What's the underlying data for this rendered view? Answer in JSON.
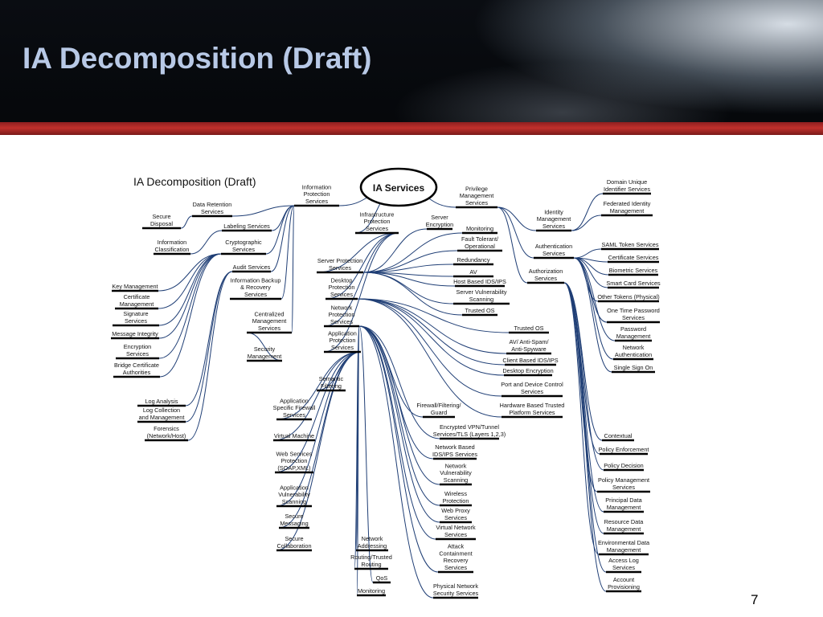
{
  "slide": {
    "title": "IA Decomposition (Draft)",
    "page_number": "7"
  },
  "diagram": {
    "caption": "IA Decomposition (Draft)",
    "root": "IA Services",
    "nodes": [
      {
        "id": "ips",
        "lines": [
          "Information",
          "Protection",
          "Services"
        ],
        "parent": "root"
      },
      {
        "id": "drs",
        "lines": [
          "Data Retention",
          "Services"
        ],
        "parent": "ips"
      },
      {
        "id": "sd",
        "lines": [
          "Secure",
          "Disposal"
        ],
        "parent": "drs"
      },
      {
        "id": "lab",
        "lines": [
          "Labeling Services"
        ],
        "parent": "ips"
      },
      {
        "id": "icl",
        "lines": [
          "Information",
          "Classification"
        ],
        "parent": "lab"
      },
      {
        "id": "cry",
        "lines": [
          "Cryptographic",
          "Services"
        ],
        "parent": "ips"
      },
      {
        "id": "km",
        "lines": [
          "Key Management"
        ],
        "parent": "cry"
      },
      {
        "id": "cm",
        "lines": [
          "Certificate",
          "Management"
        ],
        "parent": "cry"
      },
      {
        "id": "sig",
        "lines": [
          "Signature",
          "Services"
        ],
        "parent": "cry"
      },
      {
        "id": "mi",
        "lines": [
          "Message Integrity"
        ],
        "parent": "cry"
      },
      {
        "id": "enc",
        "lines": [
          "Encryption",
          "Services"
        ],
        "parent": "cry"
      },
      {
        "id": "bca",
        "lines": [
          "Bridge Certificate",
          "Authorities"
        ],
        "parent": "cry"
      },
      {
        "id": "aud",
        "lines": [
          "Audit Services"
        ],
        "parent": "ips"
      },
      {
        "id": "ibr",
        "lines": [
          "Information Backup",
          "& Recovery",
          "Services"
        ],
        "parent": "ips"
      },
      {
        "id": "csm",
        "lines": [
          "Centralized",
          "Management",
          "Services"
        ],
        "parent": "ips"
      },
      {
        "id": "secm",
        "lines": [
          "Security",
          "Management"
        ],
        "parent": "csm"
      },
      {
        "id": "la",
        "lines": [
          "Log Analysis"
        ],
        "parent": "aud"
      },
      {
        "id": "lc",
        "lines": [
          "Log Collection",
          "and Management"
        ],
        "parent": "aud"
      },
      {
        "id": "for",
        "lines": [
          "Forensics",
          "(Network/Host)"
        ],
        "parent": "aud"
      },
      {
        "id": "ifp",
        "lines": [
          "Infrastructure",
          "Protection",
          "Services"
        ],
        "parent": "root"
      },
      {
        "id": "spv",
        "lines": [
          "Server Protection",
          "Services"
        ],
        "parent": "ifp"
      },
      {
        "id": "dpv",
        "lines": [
          "Desktop",
          "Protection",
          "Services"
        ],
        "parent": "ifp"
      },
      {
        "id": "npv",
        "lines": [
          "Network",
          "Protection",
          "Services"
        ],
        "parent": "ifp"
      },
      {
        "id": "apv",
        "lines": [
          "Application",
          "Protection",
          "Services"
        ],
        "parent": "ifp"
      },
      {
        "id": "senc",
        "lines": [
          "Server",
          "Encryption"
        ],
        "parent": "spv"
      },
      {
        "id": "mon1",
        "lines": [
          "Monitoring"
        ],
        "parent": "spv"
      },
      {
        "id": "ft",
        "lines": [
          "Fault Tolerant/",
          "Operational"
        ],
        "parent": "spv"
      },
      {
        "id": "red",
        "lines": [
          "Redundancy"
        ],
        "parent": "spv"
      },
      {
        "id": "av",
        "lines": [
          "AV"
        ],
        "parent": "spv"
      },
      {
        "id": "hips",
        "lines": [
          "Host Based IDS/IPS"
        ],
        "parent": "spv"
      },
      {
        "id": "svs",
        "lines": [
          "Server Vulnerability",
          "Scanning"
        ],
        "parent": "spv"
      },
      {
        "id": "tos",
        "lines": [
          "Trusted OS"
        ],
        "parent": "spv"
      },
      {
        "id": "tos2",
        "lines": [
          "Trusted OS"
        ],
        "parent": "dpv"
      },
      {
        "id": "avs",
        "lines": [
          "AV/ Anti-Spam/",
          "Anti-Spyware"
        ],
        "parent": "dpv"
      },
      {
        "id": "cids",
        "lines": [
          "Client Based IDS/IPS"
        ],
        "parent": "dpv"
      },
      {
        "id": "de",
        "lines": [
          "Desktop Encryption"
        ],
        "parent": "dpv"
      },
      {
        "id": "pdc",
        "lines": [
          "Port and Device Control",
          "Services"
        ],
        "parent": "dpv"
      },
      {
        "id": "hbt",
        "lines": [
          "Hardware Based Trusted",
          "Platform Services"
        ],
        "parent": "dpv"
      },
      {
        "id": "sf",
        "lines": [
          "Semantic",
          "Filtering"
        ],
        "parent": "apv"
      },
      {
        "id": "asf",
        "lines": [
          "Application",
          "Specific Firewall",
          "Services"
        ],
        "parent": "apv"
      },
      {
        "id": "vm",
        "lines": [
          "Virtual Machine"
        ],
        "parent": "apv"
      },
      {
        "id": "wsp",
        "lines": [
          "Web Services",
          "Protection",
          "(SOAP,XML)"
        ],
        "parent": "apv"
      },
      {
        "id": "avsc",
        "lines": [
          "Application",
          "Vulnerability",
          "Scanning"
        ],
        "parent": "apv"
      },
      {
        "id": "smsg",
        "lines": [
          "Secure",
          "Messaging"
        ],
        "parent": "apv"
      },
      {
        "id": "scol",
        "lines": [
          "Secure",
          "Collaboration"
        ],
        "parent": "apv"
      },
      {
        "id": "ffg",
        "lines": [
          "Firewall/Filtering/",
          "Guard"
        ],
        "parent": "npv"
      },
      {
        "id": "vpn",
        "lines": [
          "Encrypted VPN/Tunnel",
          "Services/TLS (Layers 1,2,3)"
        ],
        "parent": "npv"
      },
      {
        "id": "nids",
        "lines": [
          "Network Based",
          "IDS/IPS Services"
        ],
        "parent": "npv"
      },
      {
        "id": "nvs",
        "lines": [
          "Network",
          "Vulnerability",
          "Scanning"
        ],
        "parent": "npv"
      },
      {
        "id": "wp",
        "lines": [
          "Wireless",
          "Protection"
        ],
        "parent": "npv"
      },
      {
        "id": "wpx",
        "lines": [
          "Web Proxy",
          "Services"
        ],
        "parent": "npv"
      },
      {
        "id": "vns",
        "lines": [
          "Virtual Network",
          "Services"
        ],
        "parent": "npv"
      },
      {
        "id": "acr",
        "lines": [
          "Attack",
          "Containment",
          "Recovery",
          "Services"
        ],
        "parent": "npv"
      },
      {
        "id": "pns",
        "lines": [
          "Physical Network",
          "Security Services"
        ],
        "parent": "npv"
      },
      {
        "id": "na",
        "lines": [
          "Network",
          "Addressing"
        ],
        "parent": "npv"
      },
      {
        "id": "rtr",
        "lines": [
          "Routing/Trusted",
          "Routing"
        ],
        "parent": "npv"
      },
      {
        "id": "qos",
        "lines": [
          "QoS"
        ],
        "parent": "npv"
      },
      {
        "id": "mon2",
        "lines": [
          "Monitoring"
        ],
        "parent": "npv"
      },
      {
        "id": "pms",
        "lines": [
          "Privilege",
          "Management",
          "Services"
        ],
        "parent": "root"
      },
      {
        "id": "ims",
        "lines": [
          "Identity",
          "Management",
          "Services"
        ],
        "parent": "pms"
      },
      {
        "id": "aus",
        "lines": [
          "Authentication",
          "Services"
        ],
        "parent": "pms"
      },
      {
        "id": "azs",
        "lines": [
          "Authorization",
          "Services"
        ],
        "parent": "pms"
      },
      {
        "id": "dui",
        "lines": [
          "Domain Unique",
          "Identifier Services"
        ],
        "parent": "ims"
      },
      {
        "id": "fim",
        "lines": [
          "Federated Identity",
          "Management"
        ],
        "parent": "ims"
      },
      {
        "id": "saml",
        "lines": [
          "SAML Token Services"
        ],
        "parent": "aus"
      },
      {
        "id": "cs",
        "lines": [
          "Certificate Services"
        ],
        "parent": "aus"
      },
      {
        "id": "bio",
        "lines": [
          "Biometric Services"
        ],
        "parent": "aus"
      },
      {
        "id": "scs",
        "lines": [
          "Smart Card Services"
        ],
        "parent": "aus"
      },
      {
        "id": "ot",
        "lines": [
          "Other Tokens (Physical)"
        ],
        "parent": "aus"
      },
      {
        "id": "otp",
        "lines": [
          "One Time Password",
          "Services"
        ],
        "parent": "aus"
      },
      {
        "id": "pwm",
        "lines": [
          "Password",
          "Management"
        ],
        "parent": "aus"
      },
      {
        "id": "na2",
        "lines": [
          "Network",
          "Authentication"
        ],
        "parent": "aus"
      },
      {
        "id": "sso",
        "lines": [
          "Single Sign On"
        ],
        "parent": "aus"
      },
      {
        "id": "ctx",
        "lines": [
          "Contextual"
        ],
        "parent": "azs"
      },
      {
        "id": "pe",
        "lines": [
          "Policy Enforcement"
        ],
        "parent": "azs"
      },
      {
        "id": "pd",
        "lines": [
          "Policy Decision"
        ],
        "parent": "azs"
      },
      {
        "id": "pms2",
        "lines": [
          "Policy Management",
          "Services"
        ],
        "parent": "azs"
      },
      {
        "id": "pdm",
        "lines": [
          "Principal Data",
          "Management"
        ],
        "parent": "azs"
      },
      {
        "id": "rdm",
        "lines": [
          "Resource Data",
          "Management"
        ],
        "parent": "azs"
      },
      {
        "id": "edm",
        "lines": [
          "Environmental Data",
          "Management"
        ],
        "parent": "azs"
      },
      {
        "id": "alog",
        "lines": [
          "Access Log",
          "Services"
        ],
        "parent": "azs"
      },
      {
        "id": "ap",
        "lines": [
          "Account",
          "Provisioning"
        ],
        "parent": "azs"
      }
    ]
  }
}
